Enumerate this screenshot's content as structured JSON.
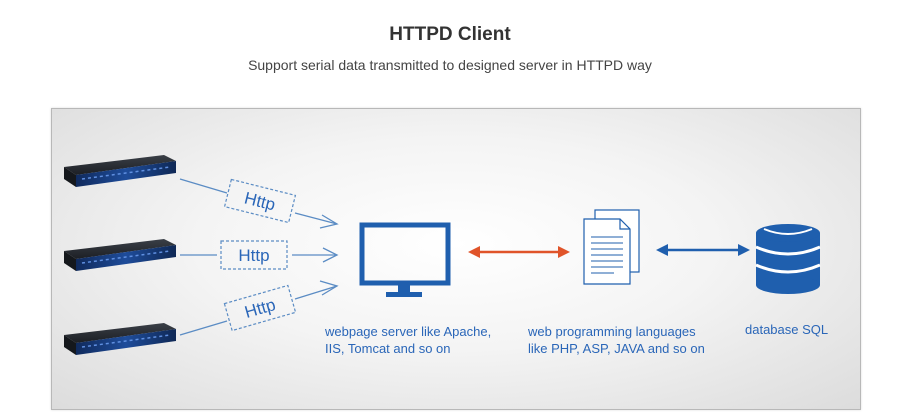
{
  "header": {
    "title": "HTTPD Client",
    "subtitle": "Support serial data transmitted to designed server in HTTPD way"
  },
  "diagram": {
    "protocol_labels": [
      "Http",
      "Http",
      "Http"
    ],
    "server_caption_line1": "webpage server like Apache,",
    "server_caption_line2": "IIS, Tomcat and so on",
    "languages_caption_line1": "web programming languages",
    "languages_caption_line2": "like PHP, ASP, JAVA and so on",
    "database_caption": "database SQL"
  },
  "icons": {
    "device": "serial-device-server-icon",
    "monitor": "monitor-icon",
    "documents": "documents-icon",
    "database": "database-icon"
  },
  "colors": {
    "accent_blue": "#1f5fae",
    "arrow_orange": "#e0542a",
    "title_text": "#333333"
  }
}
